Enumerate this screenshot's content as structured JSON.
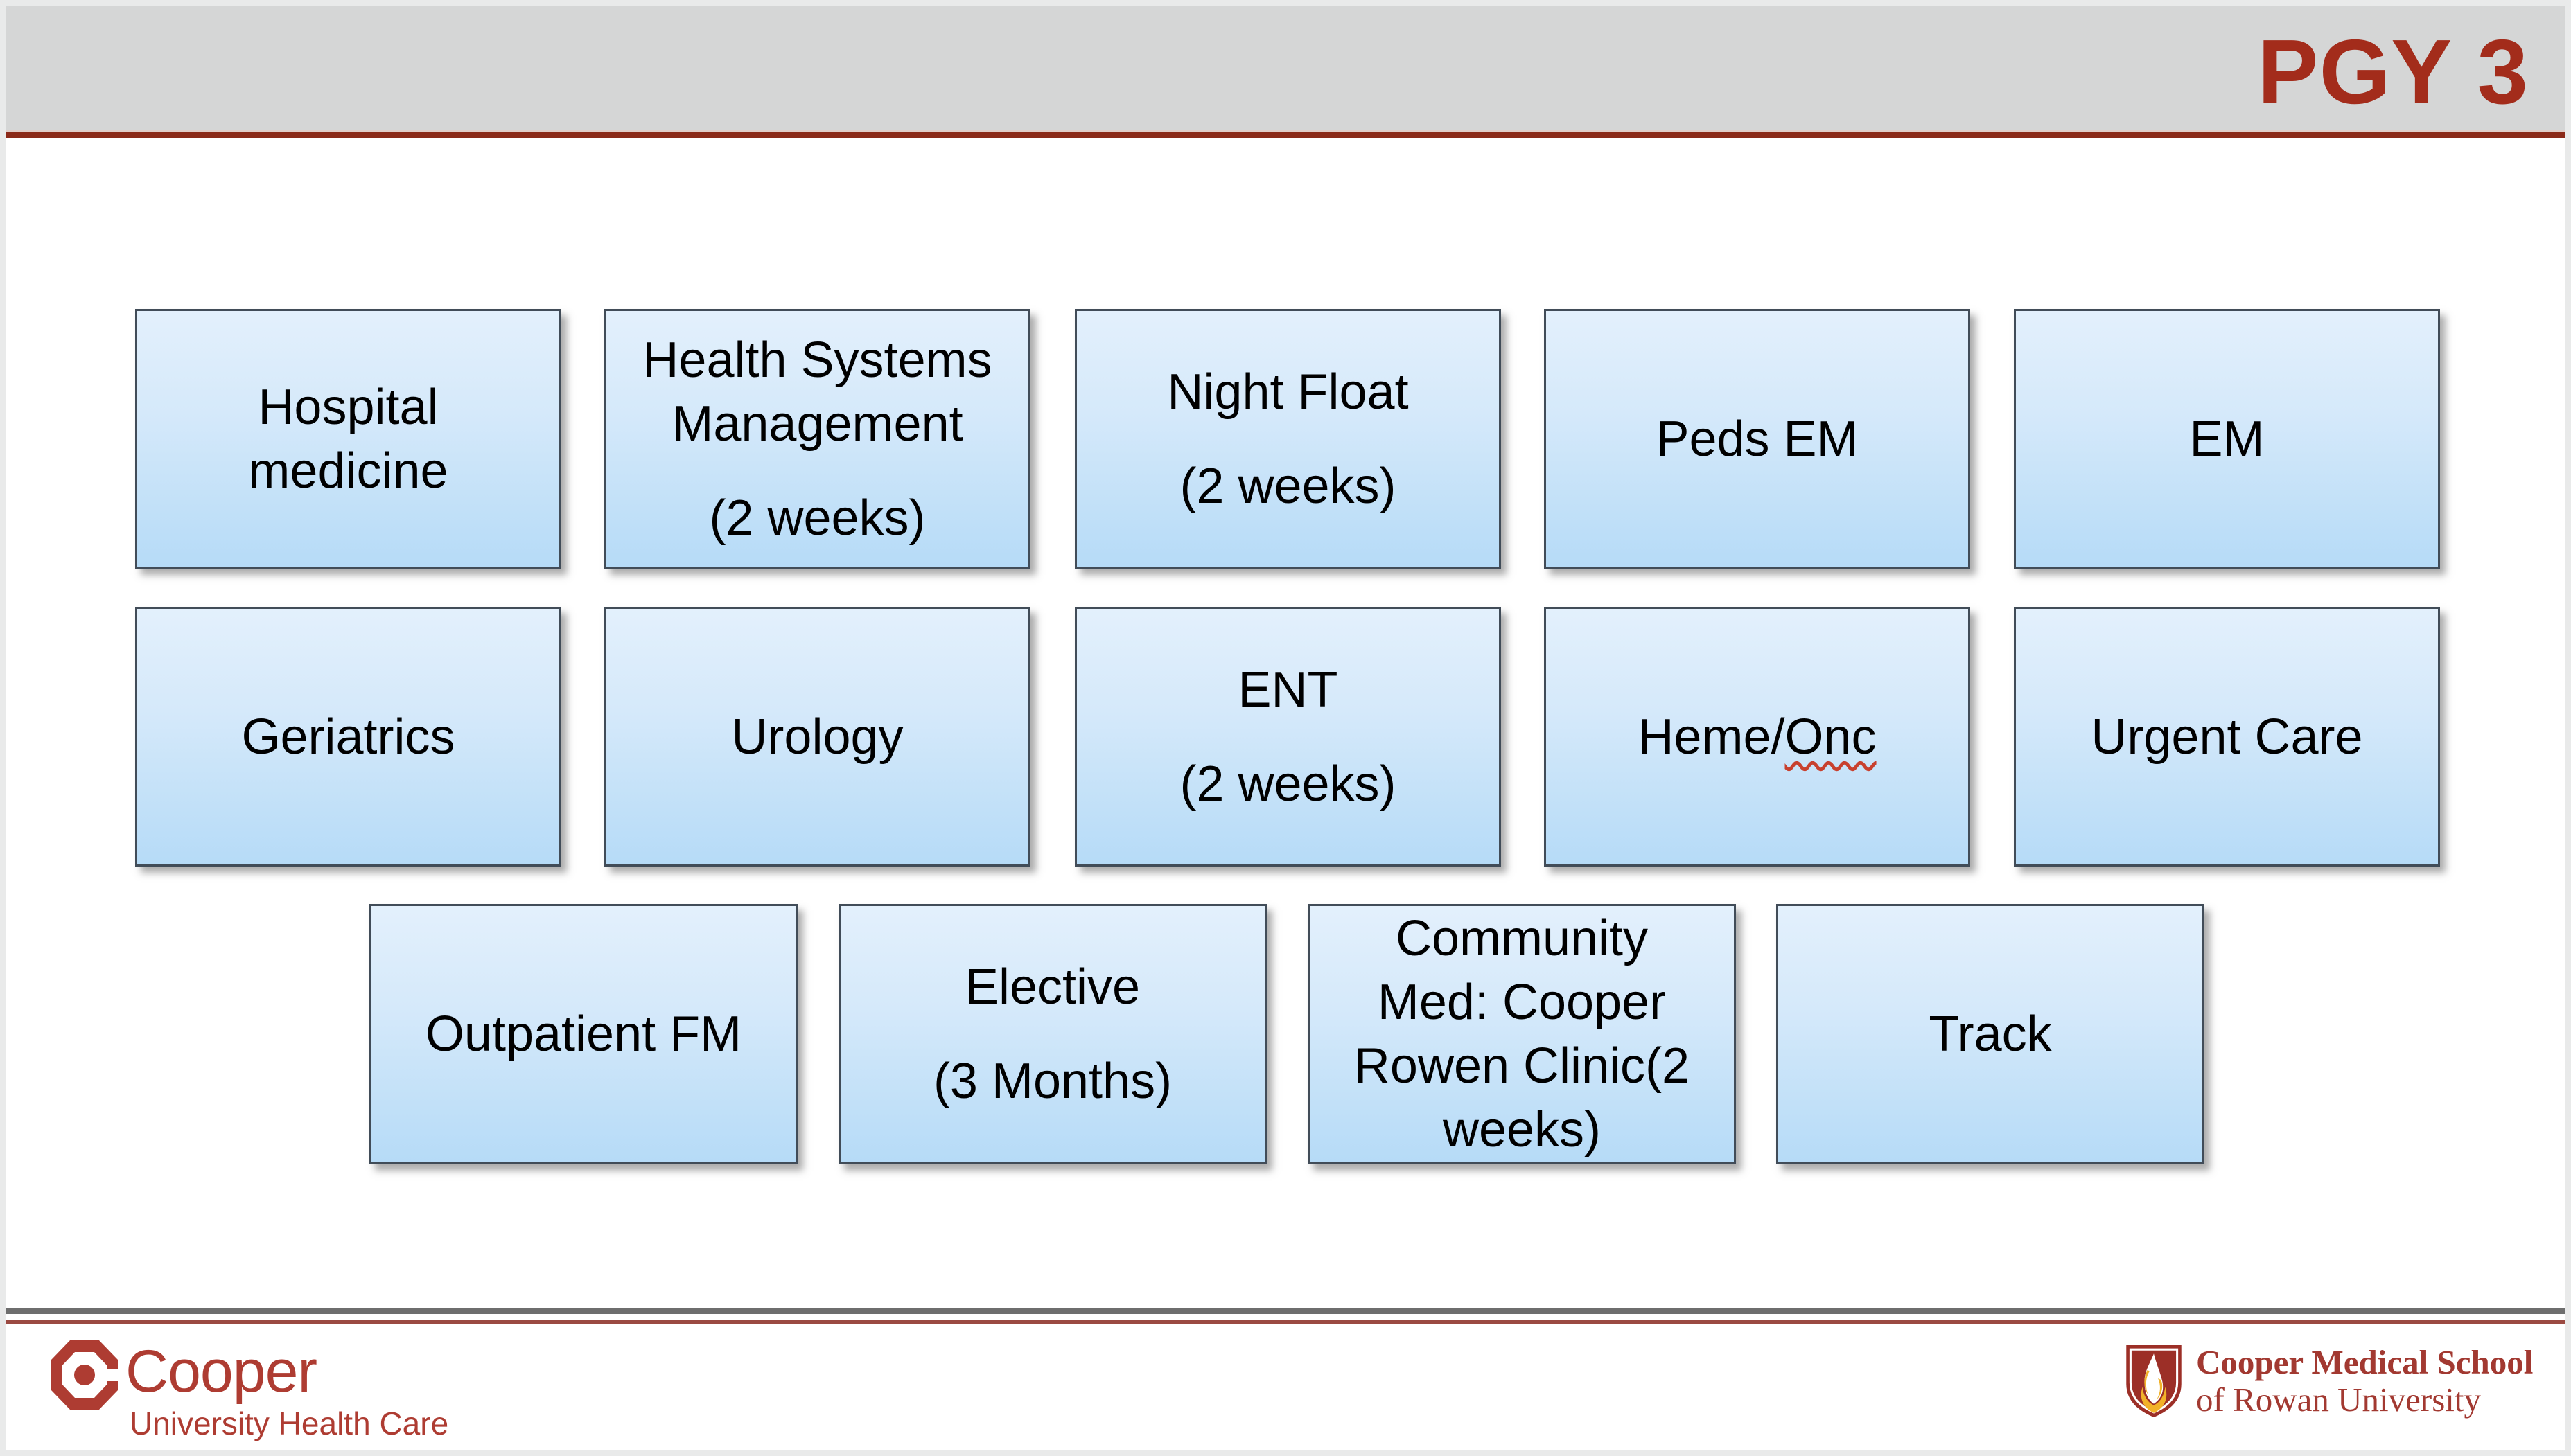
{
  "slide": {
    "title": "PGY 3"
  },
  "colors": {
    "title_red": "#a32c1b",
    "header_band_gray": "#d5d6d6",
    "header_rule_red": "#8b2918",
    "box_border": "#414c58",
    "box_gradient_top": "#e3f0fc",
    "box_gradient_bottom": "#b6dbf7",
    "footer_gray_bar": "#6e6e6e",
    "footer_rule_red": "#9b4a42",
    "cooper_logo_red": "#ae3c32",
    "cmsru_shield_red": "#9c2f27",
    "cmsru_flame_gold": "#f2b229",
    "spellcheck_squiggle_red": "#c8402e"
  },
  "rows": [
    {
      "boxes": [
        {
          "lines": [
            "Hospital",
            "medicine"
          ]
        },
        {
          "lines": [
            "Health Systems",
            "Management"
          ],
          "note": "(2 weeks)"
        },
        {
          "lines": [
            "Night Float"
          ],
          "note": "(2 weeks)"
        },
        {
          "lines": [
            "Peds EM"
          ]
        },
        {
          "lines": [
            "EM"
          ]
        }
      ]
    },
    {
      "boxes": [
        {
          "lines": [
            "Geriatrics"
          ]
        },
        {
          "lines": [
            "Urology"
          ]
        },
        {
          "lines": [
            "ENT"
          ],
          "note": "(2 weeks)"
        },
        {
          "prefix": "Heme/",
          "misspelled": "Onc"
        },
        {
          "lines": [
            "Urgent Care"
          ]
        }
      ]
    },
    {
      "boxes": [
        {
          "lines": [
            "Outpatient FM"
          ]
        },
        {
          "lines": [
            "Elective"
          ],
          "note": "(3 Months)"
        },
        {
          "lines": [
            "Community",
            "Med: Cooper",
            "Rowen Clinic(2",
            "weeks)"
          ]
        },
        {
          "lines": [
            "Track"
          ]
        }
      ]
    }
  ],
  "footer": {
    "cooper_logo": {
      "icon": "cooper-octagon-c-icon",
      "name": "Cooper",
      "subtitle": "University Health Care"
    },
    "cmsru_logo": {
      "icon": "cmsru-shield-flame-icon",
      "line1": "Cooper Medical School",
      "line2": "of Rowan University"
    }
  }
}
